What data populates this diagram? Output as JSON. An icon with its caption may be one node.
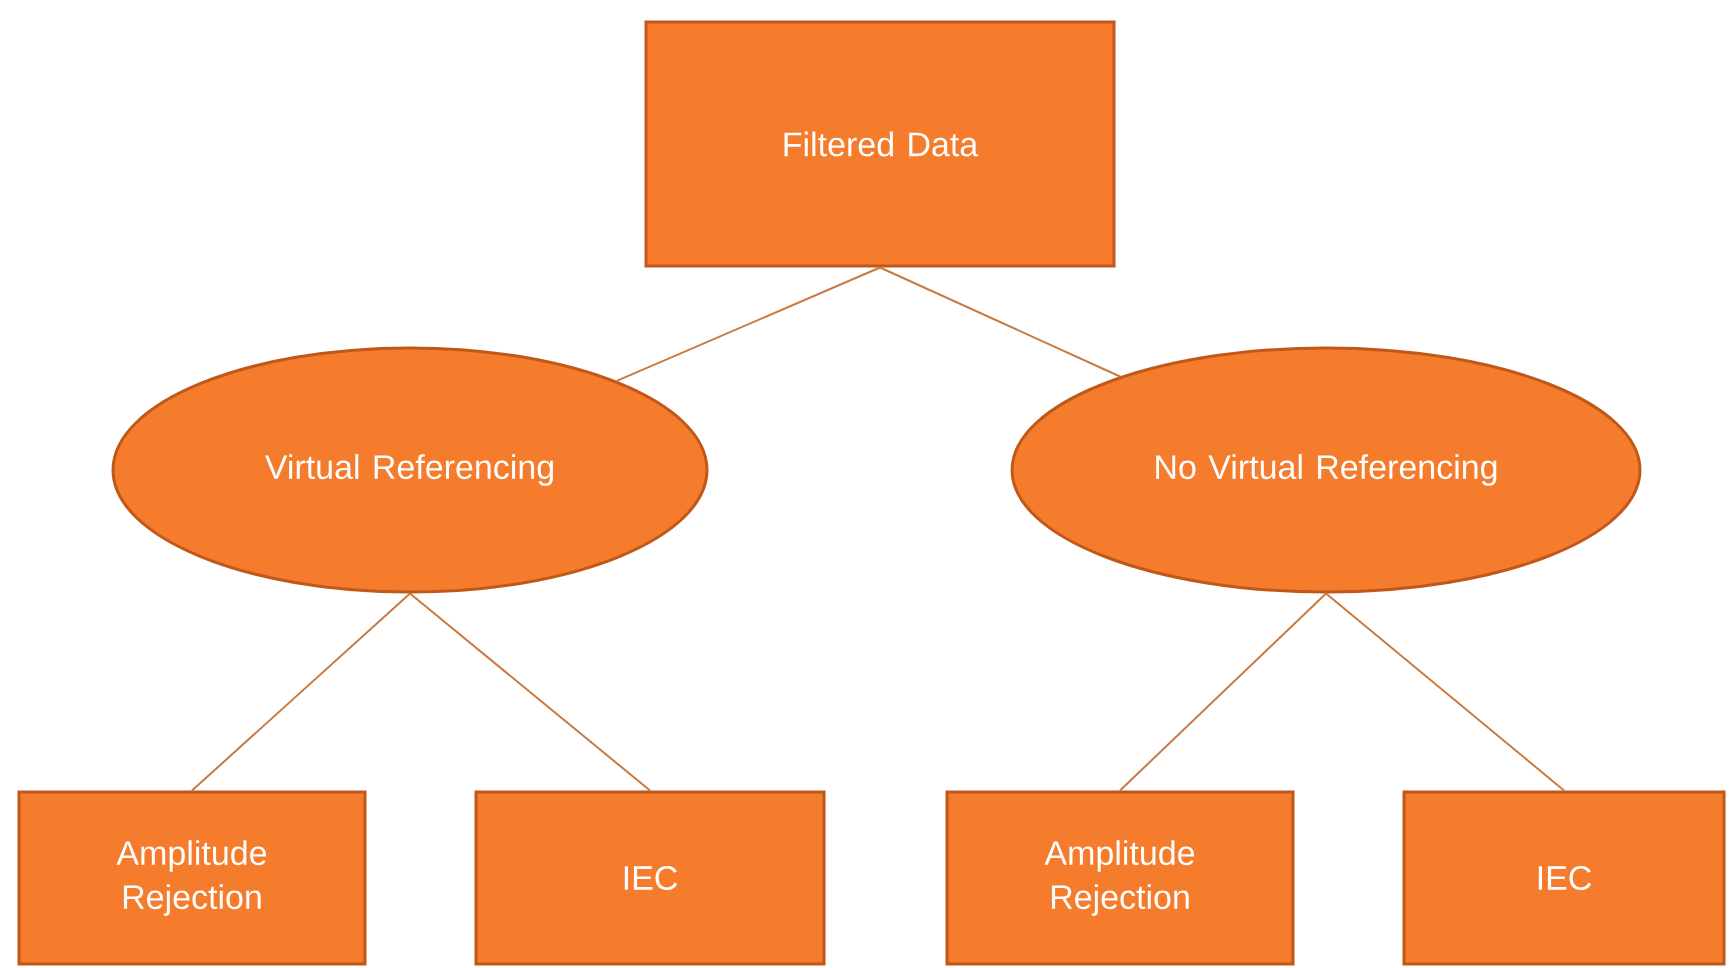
{
  "diagram": {
    "nodes": [
      {
        "text": [
          "Filtered Data"
        ]
      },
      {
        "text": [
          "Virtual Referencing"
        ]
      },
      {
        "text": [
          "No Virtual Referencing"
        ]
      },
      {
        "text": [
          "Amplitude Rejection"
        ]
      },
      {
        "text": [
          "IEC"
        ]
      },
      {
        "text": [
          "Amplitude Rejection"
        ]
      },
      {
        "text": [
          "IEC"
        ]
      }
    ],
    "edges": [
      {
        "from": 0,
        "to": 1,
        "arrow": "none"
      },
      {
        "from": 0,
        "to": 2,
        "arrow": "none"
      },
      {
        "from": 1,
        "to": 3,
        "arrow": "none"
      },
      {
        "from": 1,
        "to": 4,
        "arrow": "none"
      },
      {
        "from": 2,
        "to": 5,
        "arrow": "none"
      },
      {
        "from": 2,
        "to": 6,
        "arrow": "none"
      }
    ]
  }
}
